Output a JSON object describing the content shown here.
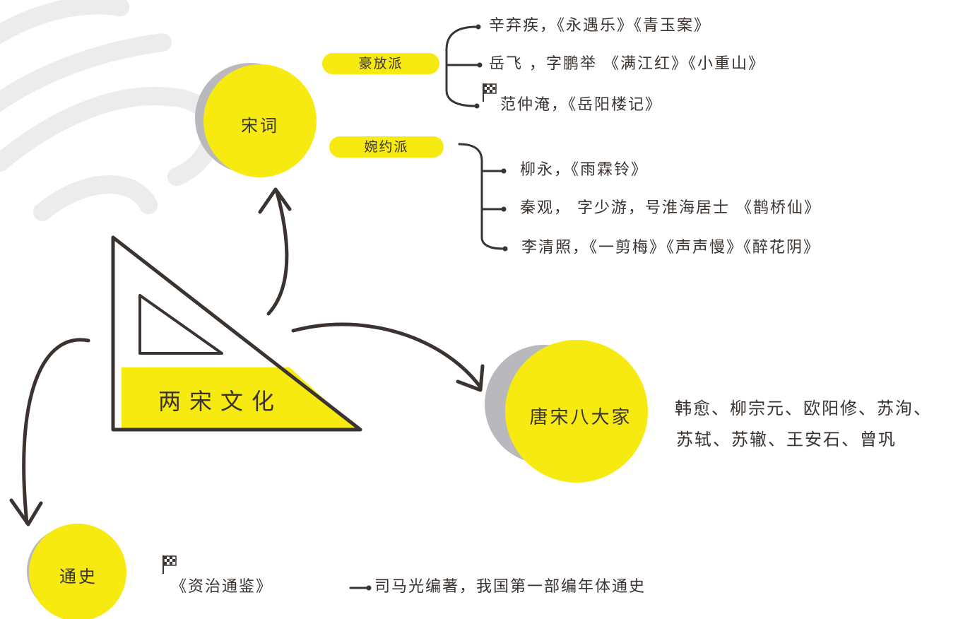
{
  "root": {
    "label": "两宋文化"
  },
  "song_ci": {
    "label": "宋词",
    "haofang": {
      "label": "豪放派",
      "items": [
        "辛弃疾，《永遇乐》《青玉案》",
        "岳飞 ，字鹏举 《满江红》《小重山》",
        "范仲淹，《岳阳楼记》"
      ]
    },
    "wanyue": {
      "label": "婉约派",
      "items": [
        "柳永，《雨霖铃》",
        "秦观， 字少游，号淮海居士 《鹊桥仙》",
        "李清照，《一剪梅》《声声慢》《醉花阴》"
      ]
    }
  },
  "tang_song": {
    "label": "唐宋八大家",
    "line1": "韩愈、柳宗元、欧阳修、苏洵、",
    "line2": "苏轼、苏辙、王安石、曾巩"
  },
  "tongshi": {
    "label": "通史",
    "book": "《资治通鉴》",
    "desc": "司马光编著，我国第一部编年体通史"
  },
  "icons": [
    "flag-icon"
  ],
  "colors": {
    "accent": "#f7ea10",
    "shadow": "#b9b8bc",
    "ink": "#3a3330"
  }
}
